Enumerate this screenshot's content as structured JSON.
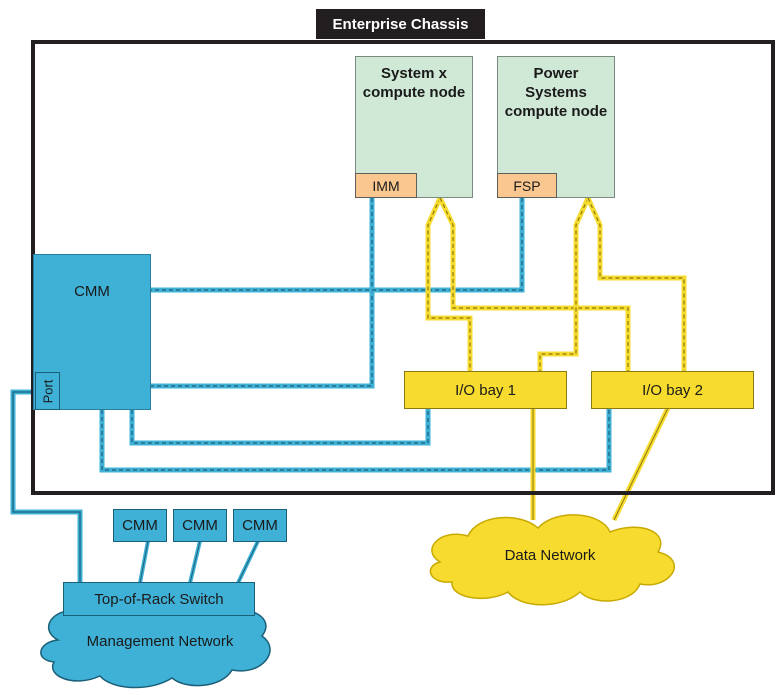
{
  "chassis": {
    "title": "Enterprise Chassis"
  },
  "nodes": {
    "systemx": {
      "label": "System x\ncompute node",
      "processor": "IMM"
    },
    "power": {
      "label": "Power\nSystems\ncompute node",
      "processor": "FSP"
    }
  },
  "cmm": {
    "label": "CMM",
    "port": "Port"
  },
  "io_bays": {
    "bay1": "I/O bay 1",
    "bay2": "I/O bay 2"
  },
  "external": {
    "cmm_units": [
      "CMM",
      "CMM",
      "CMM"
    ],
    "switch": "Top-of-Rack Switch",
    "management_network": "Management Network",
    "data_network": "Data Network"
  },
  "colors": {
    "management": "#3fb0d6",
    "data": "#f7dc2f",
    "node": "#cfe9d6",
    "processor": "#f9c78f",
    "frame": "#231f20"
  }
}
